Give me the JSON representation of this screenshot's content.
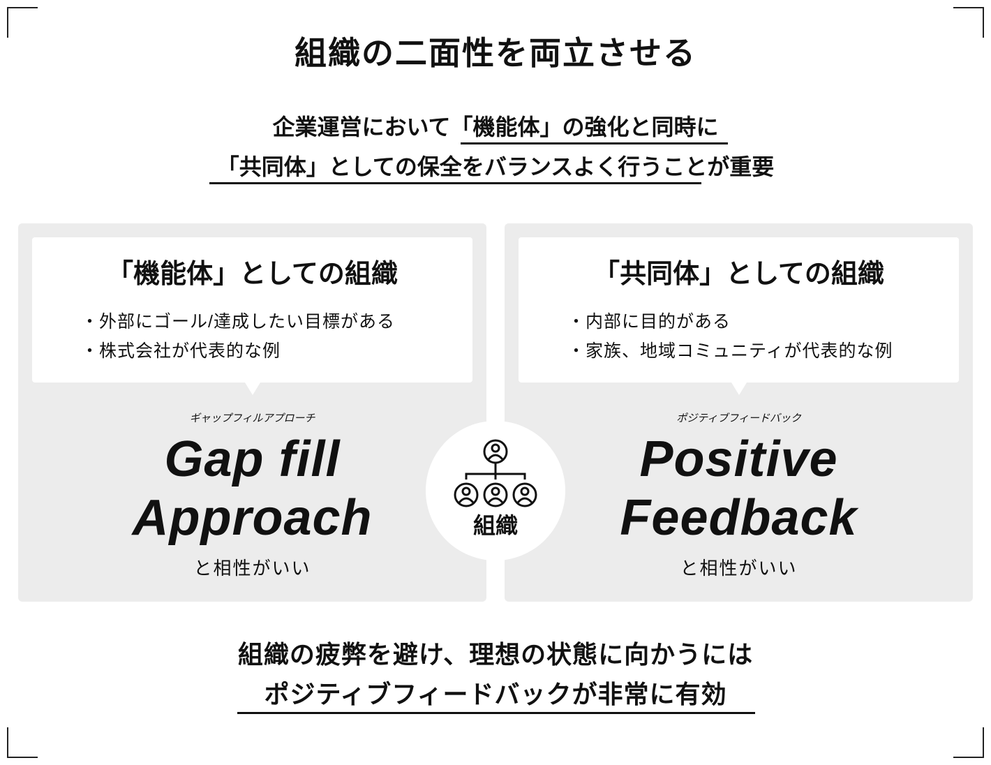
{
  "title": "組織の二面性を両立させる",
  "lead": {
    "line1": "企業運営において「機能体」の強化と同時に",
    "line2": "「共同体」としての保全をバランスよく行うことが重要"
  },
  "left": {
    "heading": "「機能体」としての組織",
    "bullets": [
      "外部にゴール/達成したい目標がある",
      "株式会社が代表的な例"
    ],
    "ruby": "ギャップフィルアプローチ",
    "big_line1": "Gap fill",
    "big_line2": "Approach",
    "affinity": "と相性がいい"
  },
  "right": {
    "heading": "「共同体」としての組織",
    "bullets": [
      "内部に目的がある",
      "家族、地域コミュニティが代表的な例"
    ],
    "ruby": "ポジティブフィードバック",
    "big_line1": "Positive",
    "big_line2": "Feedback",
    "affinity": "と相性がいい"
  },
  "center": {
    "icon": "org-chart-icon",
    "label": "組織"
  },
  "conclusion": {
    "line1": "組織の疲弊を避け、理想の状態に向かうには",
    "line2": "ポジティブフィードバックが非常に有効"
  }
}
